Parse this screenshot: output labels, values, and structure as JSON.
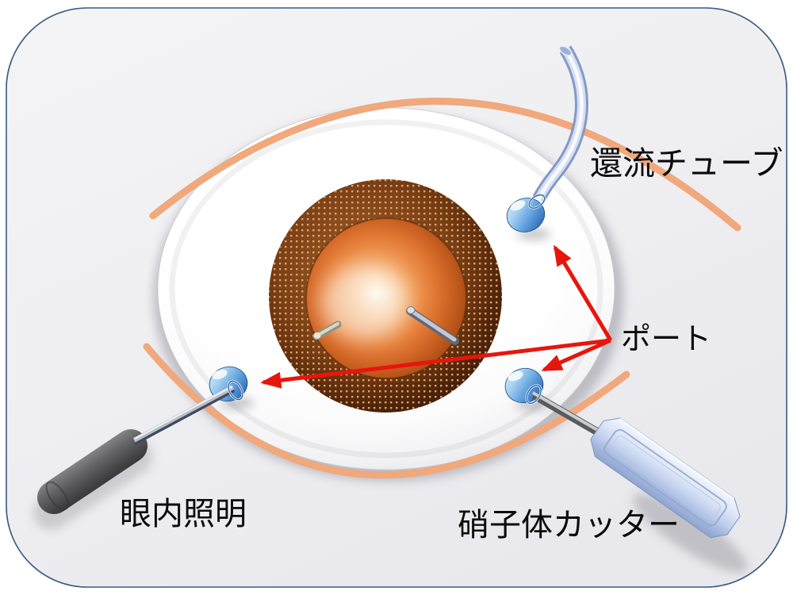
{
  "slide": {
    "background_color": "#f0f0f2",
    "border_color": "#3a5b81"
  },
  "diagram": {
    "type": "vitrectomy-eye-surgery-illustration",
    "labels": {
      "infusion_tube": "還流チューブ",
      "port": "ポート",
      "intraocular_light": "眼内照明",
      "vitreous_cutter": "硝子体カッター"
    },
    "colors": {
      "eyelid_arc": "#f0a87c",
      "sclera": "#ffffff",
      "iris": "#7b4418",
      "iris_dots": "#e2a873",
      "fundus_orange": "#e8904f",
      "port_blue": "#4f93d6",
      "arrow_red": "#e8150c",
      "tube_blue_white": "#d6e0f2",
      "cutter_handle": "#c3d2ee",
      "light_pipe_handle": "#58585a",
      "label_text": "#000000"
    }
  }
}
